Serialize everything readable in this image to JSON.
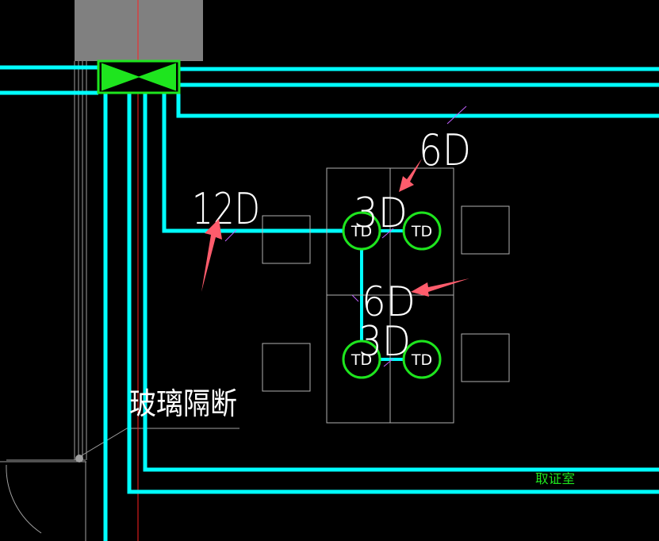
{
  "drawing": {
    "background": "#000000",
    "pipe_color": "#00ffff",
    "outlet_color": "#1ee51e",
    "arrow_color": "#ff5c6c",
    "axis_color": "#ff2020",
    "block_color": "#808080"
  },
  "labels": {
    "pipe_main": "12D",
    "pipe_top": "6D",
    "pipe_mid": "6D",
    "outlet_group_top": "3D",
    "outlet_group_bottom": "3D",
    "partition_note": "玻璃隔断",
    "room_name": "取证室"
  },
  "outlets": [
    {
      "label": "TD"
    },
    {
      "label": "TD"
    },
    {
      "label": "TD"
    },
    {
      "label": "TD"
    }
  ]
}
